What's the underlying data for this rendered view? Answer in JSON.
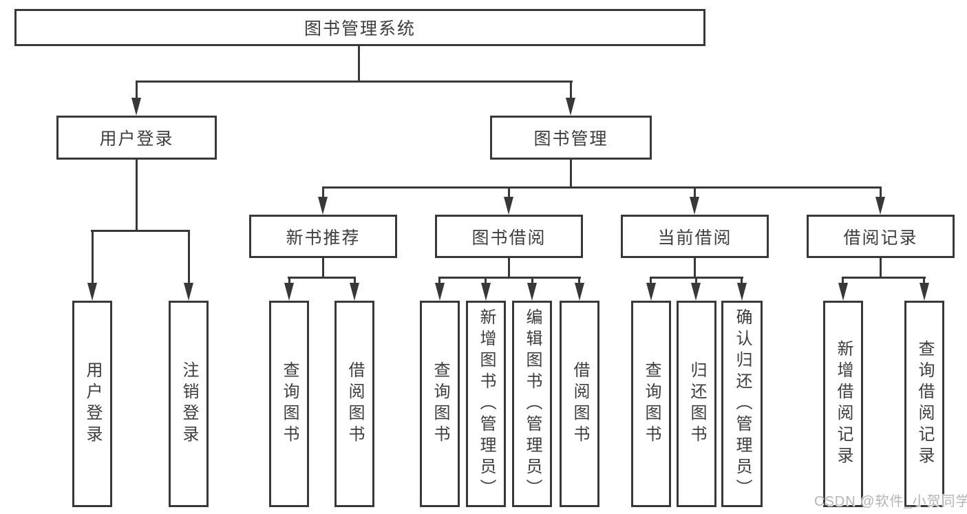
{
  "colors": {
    "background": "#ffffff",
    "line": "#383838",
    "box_border": "#383838",
    "text": "#3d3d3d",
    "watermark": "#b4b4b4"
  },
  "watermark": {
    "text": "CSDN @软件_小贺同学"
  },
  "tree": {
    "label": "图书管理系统",
    "children": [
      {
        "label": "用户登录",
        "children": [
          {
            "label": "用户登录"
          },
          {
            "label": "注销登录"
          }
        ]
      },
      {
        "label": "图书管理",
        "children": [
          {
            "label": "新书推荐",
            "children": [
              {
                "label": "查询图书"
              },
              {
                "label": "借阅图书"
              }
            ]
          },
          {
            "label": "图书借阅",
            "children": [
              {
                "label": "查询图书"
              },
              {
                "label": "新增图书（管理员）"
              },
              {
                "label": "编辑图书（管理员）"
              },
              {
                "label": "借阅图书"
              }
            ]
          },
          {
            "label": "当前借阅",
            "children": [
              {
                "label": "查询图书"
              },
              {
                "label": "归还图书"
              },
              {
                "label": "确认归还（管理员）"
              }
            ]
          },
          {
            "label": "借阅记录",
            "children": [
              {
                "label": "新增借阅记录"
              },
              {
                "label": "查询借阅记录"
              }
            ]
          }
        ]
      }
    ]
  }
}
